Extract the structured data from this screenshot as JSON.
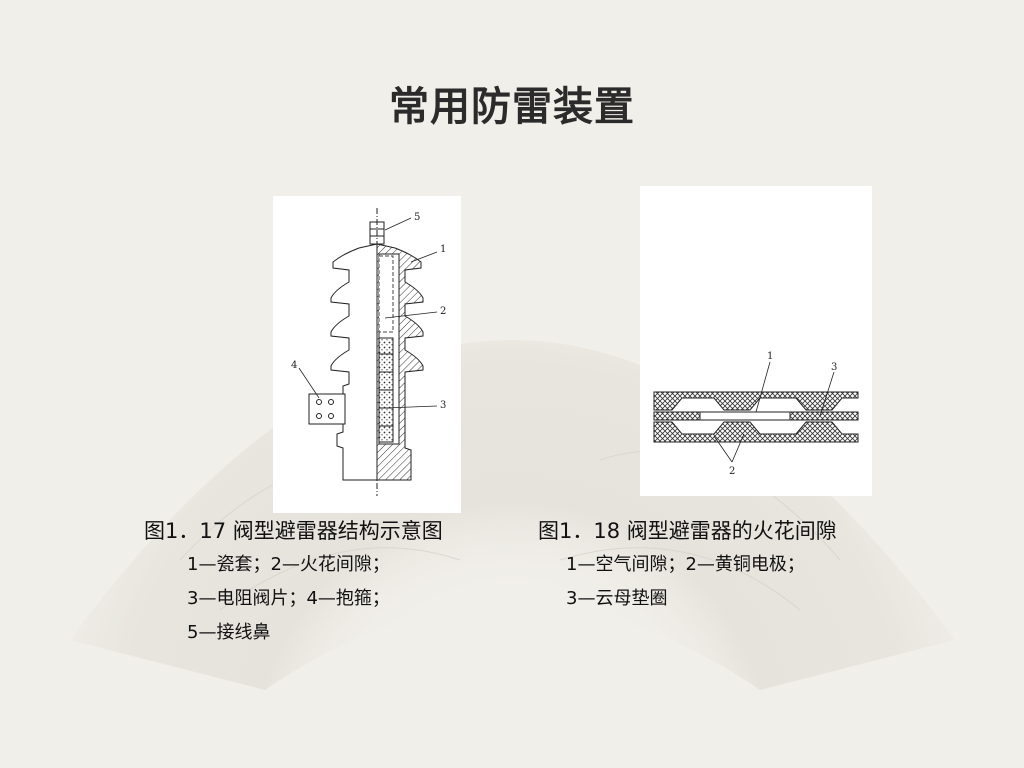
{
  "slide": {
    "title": "常用防雷装置"
  },
  "figure_left": {
    "caption": "图1．17  阀型避雷器结构示意图",
    "legend": [
      "1—瓷套；2—火花间隙；",
      "3—电阻阀片；4—抱箍；",
      "5—接线鼻"
    ],
    "labels": [
      "1",
      "2",
      "3",
      "4",
      "5"
    ]
  },
  "figure_right": {
    "caption": "图1．18 阀型避雷器的火花间隙",
    "legend": [
      "1—空气间隙；2—黄铜电极；",
      "3—云母垫圈"
    ],
    "labels": [
      "1",
      "2",
      "3"
    ]
  }
}
